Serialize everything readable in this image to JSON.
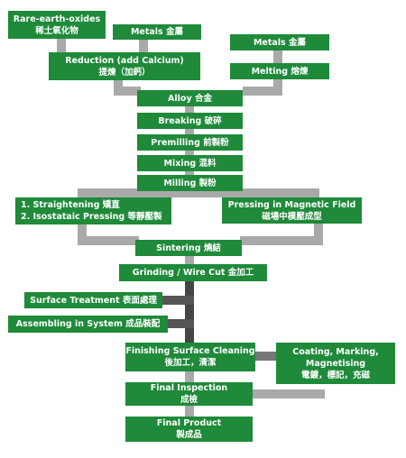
{
  "colors": {
    "box": "#1f8a3a",
    "box_text": "#ffffff",
    "connector": "#a9a9a9"
  },
  "nodes": {
    "rare_earth_oxides": {
      "line1": "Rare-earth-oxides",
      "line2": "稀土氧化物"
    },
    "metals_top": {
      "line1": "Metals  金屬"
    },
    "metals_right": {
      "line1": "Metals  金屬"
    },
    "reduction": {
      "line1": "Reduction (add Calcium)",
      "line2": "提煉（加鈣）"
    },
    "melting": {
      "line1": "Melting  熔煉"
    },
    "alloy": {
      "line1": "Alloy  合金"
    },
    "breaking": {
      "line1": "Breaking  破碎"
    },
    "premilling": {
      "line1": "Premilling  前製粉"
    },
    "mixing": {
      "line1": "Mixing  混料"
    },
    "milling": {
      "line1": "Milling  製粉"
    },
    "straightening": {
      "line1": "1. Straightening  矯直",
      "line2": "2. Isostataic Pressing  等靜壓製"
    },
    "pressing_magnetic": {
      "line1": "Pressing in Magnetic Field",
      "line2": "磁場中模壓成型"
    },
    "sintering": {
      "line1": "Sintering  燒結"
    },
    "grinding": {
      "line1": "Grinding / Wire Cut  金加工"
    },
    "surface_treatment": {
      "line1": "Surface Treatment  表面處理"
    },
    "assembling": {
      "line1": "Assembling in System  成品裝配"
    },
    "finishing": {
      "line1": "Finishing Surface Cleaning",
      "line2": "後加工，清潔"
    },
    "coating": {
      "line1": "Coating, Marking,",
      "line2": "Magnetising",
      "line3": "電鍍，標記，充磁"
    },
    "final_inspection": {
      "line1": "Final Inspection",
      "line2": "成檢"
    },
    "final_product": {
      "line1": "Final Product",
      "line2": "製成品"
    }
  }
}
